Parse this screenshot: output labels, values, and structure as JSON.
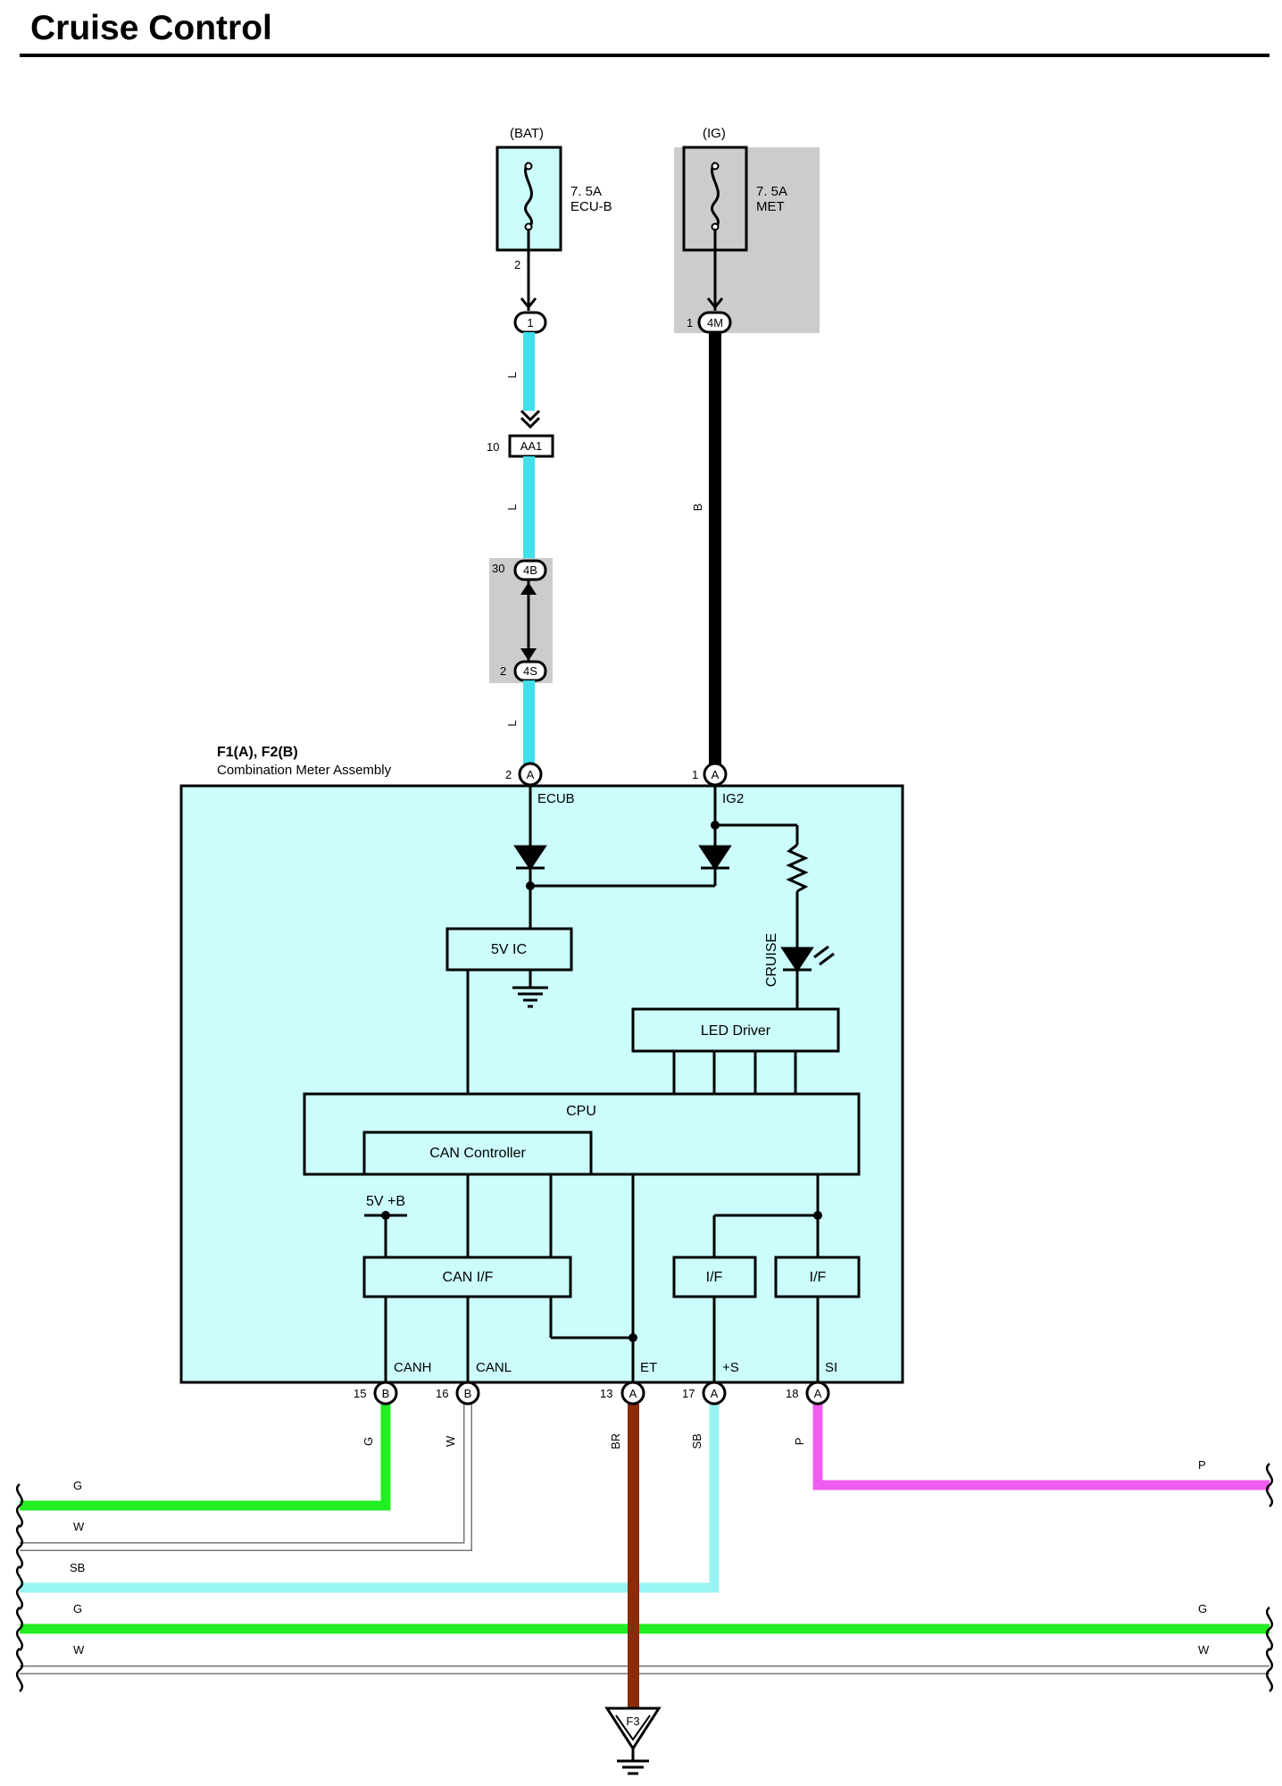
{
  "page_title": "Cruise Control",
  "colors": {
    "wire_L": "#40e0ec",
    "wire_B": "#000000",
    "wire_G": "#22ee22",
    "wire_W": "#ffffff",
    "wire_SB": "#99f4f4",
    "wire_BR": "#8b2b0a",
    "wire_P": "#f05cf0",
    "assembly_fill": "#ccfcfc",
    "shade": "#cccccc"
  },
  "fuses": {
    "bat": {
      "source": "(BAT)",
      "rating": "7. 5A",
      "name": "ECU-B",
      "pin": "2"
    },
    "ig": {
      "source": "(IG)",
      "rating": "7. 5A",
      "name": "MET"
    }
  },
  "connectors": {
    "c1": {
      "label": "1"
    },
    "c4m": {
      "label": "4M",
      "pin": "1"
    },
    "aa1": {
      "label": "AA1",
      "pin": "10"
    },
    "c4b": {
      "label": "4B",
      "pin": "30"
    },
    "c4s": {
      "label": "4S",
      "pin": "2"
    }
  },
  "wire_labels": {
    "l1": "L",
    "l2": "L",
    "l3": "L",
    "b": "B",
    "g": "G",
    "w": "W",
    "br": "BR",
    "sb": "SB",
    "p": "P"
  },
  "assembly": {
    "ids": "F1(A), F2(B)",
    "name": "Combination Meter Assembly",
    "top_pins": [
      {
        "num": "2",
        "conn": "A",
        "name": "ECUB"
      },
      {
        "num": "1",
        "conn": "A",
        "name": "IG2"
      }
    ],
    "bottom_pins": [
      {
        "num": "15",
        "conn": "B",
        "name": "CANH"
      },
      {
        "num": "16",
        "conn": "B",
        "name": "CANL"
      },
      {
        "num": "13",
        "conn": "A",
        "name": "ET"
      },
      {
        "num": "17",
        "conn": "A",
        "name": "+S"
      },
      {
        "num": "18",
        "conn": "A",
        "name": "SI"
      }
    ],
    "blocks": {
      "ic": "5V IC",
      "led_driver": "LED Driver",
      "cpu": "CPU",
      "can_controller": "CAN Controller",
      "can_if": "CAN I/F",
      "if1": "I/F",
      "if2": "I/F",
      "v5b": "5V +B",
      "cruise": "CRUISE"
    }
  },
  "bus_labels": {
    "g_left": "G",
    "w_left": "W",
    "sb_left": "SB",
    "g2_left": "G",
    "w2_left": "W",
    "p_right": "P",
    "g2_right": "G",
    "w2_right": "W"
  },
  "ground": {
    "label": "F3"
  }
}
